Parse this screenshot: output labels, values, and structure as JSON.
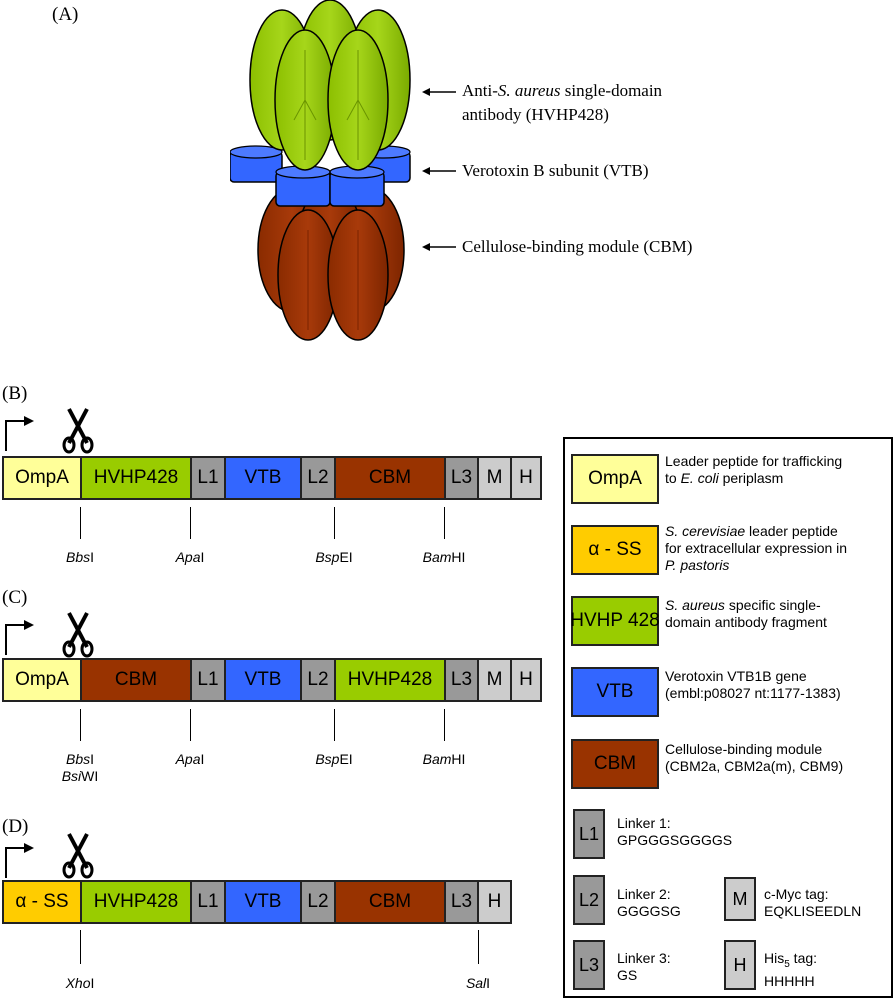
{
  "panels": {
    "a": "(A)",
    "b": "(B)",
    "c": "(C)",
    "d": "(D)"
  },
  "callouts": {
    "antibody_pre": "Anti-",
    "antibody_italic": "S. aureus",
    "antibody_post": " single-domain",
    "antibody_line2": "antibody (HVHP428)",
    "vtb": "Verotoxin B subunit (VTB)",
    "cbm": "Cellulose-binding module (CBM)"
  },
  "constructs": {
    "b": {
      "segments": [
        "OmpA",
        "HVHP428",
        "L1",
        "VTB",
        "L2",
        "CBM",
        "L3",
        "M",
        "H"
      ],
      "sites": [
        {
          "italic": "Bbs",
          "rest": "I"
        },
        {
          "italic": "Apa",
          "rest": "I"
        },
        {
          "italic": "Bsp",
          "rest": "EI"
        },
        {
          "italic": "Bam",
          "rest": "HI"
        }
      ]
    },
    "c": {
      "segments": [
        "OmpA",
        "CBM",
        "L1",
        "VTB",
        "L2",
        "HVHP428",
        "L3",
        "M",
        "H"
      ],
      "sites": [
        {
          "italic": "Bbs",
          "rest": "I",
          "italic2": "Bsi",
          "rest2": "WI"
        },
        {
          "italic": "Apa",
          "rest": "I"
        },
        {
          "italic": "Bsp",
          "rest": "EI"
        },
        {
          "italic": "Bam",
          "rest": "HI"
        }
      ]
    },
    "d": {
      "segments": [
        "α - SS",
        "HVHP428",
        "L1",
        "VTB",
        "L2",
        "CBM",
        "L3",
        "H"
      ],
      "sites": [
        {
          "italic": "Xho",
          "rest": "I"
        },
        {
          "italic": "Sal",
          "rest": "I"
        }
      ]
    }
  },
  "legend": {
    "ompa": {
      "swatch": "OmpA",
      "line1": "Leader peptide for trafficking",
      "line2_pre": "to ",
      "line2_italic": "E. coli",
      "line2_post": " periplasm"
    },
    "alpha": {
      "swatch": "α - SS",
      "line1_italic": "S. cerevisiae",
      "line1_post": " leader peptide",
      "line2": "for extracellular expression in",
      "line3_italic": "P. pastoris"
    },
    "hvhp": {
      "swatch": "HVHP 428",
      "line1_italic": "S. aureus",
      "line1_post": " specific single-",
      "line2": "domain antibody fragment"
    },
    "vtb": {
      "swatch": "VTB",
      "line1": "Verotoxin VTB1B gene",
      "line2": "(embl:p08027 nt:1177-1383)"
    },
    "cbm": {
      "swatch": "CBM",
      "line1": "Cellulose-binding module",
      "line2": "(CBM2a, CBM2a(m), CBM9)"
    },
    "l1": {
      "swatch": "L1",
      "line1": "Linker 1:",
      "line2": "GPGGGSGGGGS"
    },
    "l2": {
      "swatch": "L2",
      "line1": "Linker 2:",
      "line2": "GGGGSG"
    },
    "l3": {
      "swatch": "L3",
      "line1": "Linker 3:",
      "line2": "GS"
    },
    "m": {
      "swatch": "M",
      "line1": "c-Myc tag:",
      "line2": "EQKLISEEDLN"
    },
    "h": {
      "swatch": "H",
      "line1_pre": "His",
      "line1_sub": "5",
      "line1_post": " tag:",
      "line2": "HHHHH"
    }
  },
  "colors": {
    "ompa": "#ffff99",
    "alpha_ss": "#ffcc00",
    "hvhp428": "#99cc00",
    "vtb": "#3366ff",
    "cbm": "#993300",
    "linker": "#999999",
    "tag": "#cccccc"
  }
}
